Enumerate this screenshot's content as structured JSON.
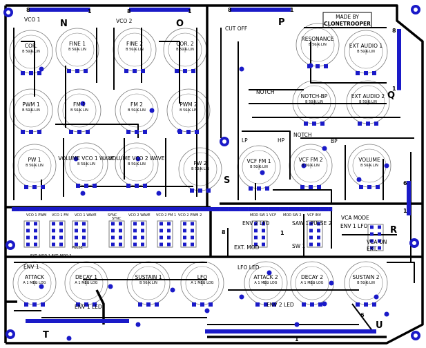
{
  "colors": {
    "trace": "#000000",
    "pad": "#1a1ac8",
    "silk": "#7a7a7a",
    "bg": "#ffffff"
  },
  "credit": {
    "line1": "MADE BY",
    "line2": "CLONETROOPER"
  },
  "section_letters": [
    "N",
    "O",
    "P",
    "Q",
    "R",
    "S",
    "T",
    "U"
  ],
  "pots": [
    {
      "id": "cor1",
      "label": "COR.",
      "value": "B 50 K LIN"
    },
    {
      "id": "fine1",
      "label": "FINE 1",
      "value": "B 50 K LIN"
    },
    {
      "id": "fine2",
      "label": "FINE 2",
      "value": "B 50 K LIN"
    },
    {
      "id": "cor2",
      "label": "COR. 2",
      "value": "B 50 K LIN"
    },
    {
      "id": "pwm1",
      "label": "PWM 1",
      "value": "B 50 K LIN"
    },
    {
      "id": "fm1",
      "label": "FM 1",
      "value": "B 50 K LIN"
    },
    {
      "id": "fm2",
      "label": "FM 2",
      "value": "B 50 K LIN"
    },
    {
      "id": "pwm2",
      "label": "PWM 2",
      "value": "B 50 K LIN"
    },
    {
      "id": "pw1",
      "label": "PW 1",
      "value": "B 50 K LIN"
    },
    {
      "id": "vol1",
      "label": "VOLUME VCO 1 WAVE",
      "value": "B 50 K LIN"
    },
    {
      "id": "vol2",
      "label": "VOLUME VCO 2 WAVE",
      "value": "B 50 K LIN"
    },
    {
      "id": "pw2",
      "label": "PW 2",
      "value": "B 50 K LIN"
    },
    {
      "id": "res",
      "label": "RESONANCE",
      "value": "B 50 K LIN"
    },
    {
      "id": "ext1",
      "label": "EXT AUDIO 1",
      "value": "B 50 K LIN"
    },
    {
      "id": "notchbp",
      "label": "NOTCH-BP",
      "value": "B 50 K LIN"
    },
    {
      "id": "ext2",
      "label": "EXT AUDIO 2",
      "value": "B 50 K LIN"
    },
    {
      "id": "vcffm1",
      "label": "VCF FM 1",
      "value": "B 50 K LIN"
    },
    {
      "id": "vcffm2",
      "label": "VCF FM 2",
      "value": "B 50 K LIN"
    },
    {
      "id": "volume",
      "label": "VOLUME",
      "value": "B 50 K LIN"
    },
    {
      "id": "attack1",
      "label": "ATTACK",
      "value": "A 1 MEG LOG"
    },
    {
      "id": "decay1",
      "label": "DECAY 1",
      "value": "A 1 MEG LOG"
    },
    {
      "id": "sustain1",
      "label": "SUSTAIN 1",
      "value": "B 50 K LIN"
    },
    {
      "id": "lfo",
      "label": "LFO",
      "value": "A 1 MEG LOG"
    },
    {
      "id": "attack2",
      "label": "ATTACK 2",
      "value": "A 1 MEG LOG"
    },
    {
      "id": "decay2",
      "label": "DECAY 2",
      "value": "A 1 MEG LOG"
    },
    {
      "id": "sustain2",
      "label": "SUSTAIN 2",
      "value": "B 50 K LIN"
    }
  ],
  "labels": {
    "vco1": "VCO 1",
    "vco2": "VCO 2",
    "cutoff": "CUT OFF",
    "notch": "NOTCH",
    "notch2": "NOTCH",
    "lp": "LP",
    "hp": "HP",
    "bp": "BP",
    "env2lfo": "ENV 2 LFO",
    "saw1": "SAW 1 PULSE 2",
    "sw1": "SW 1",
    "extmod": "EXT. MOD",
    "vcamode": "VCA MODE",
    "env1lfo": "ENV 1 LFO",
    "vcaon": "VCA ON",
    "ext": "EXT.",
    "env1": "ENV 1",
    "env1led": "ENV 1 LED",
    "env2led": "ENV 2 LED",
    "lfoled": "LFO LED",
    "sync": "SYNC",
    "extmod12": "EXT. MOD 1 EXT. MOD 2",
    "pulse": "PULSE"
  },
  "header_labels": [
    "VCO 1 PWM",
    "VCO 1 FM",
    "VCO 1 WAVE",
    "SYNC",
    "VCO 2 WAVE",
    "VCO 2 FM 1",
    "VCO 2 PWM 2",
    "MOD SW 1 VCF",
    "MOD SW 2",
    "VCF INV"
  ],
  "pin_marks": [
    "8",
    "1",
    "8",
    "1",
    "8",
    "1",
    "8",
    "1",
    "6",
    "1",
    "8",
    "1",
    "6",
    "1"
  ]
}
